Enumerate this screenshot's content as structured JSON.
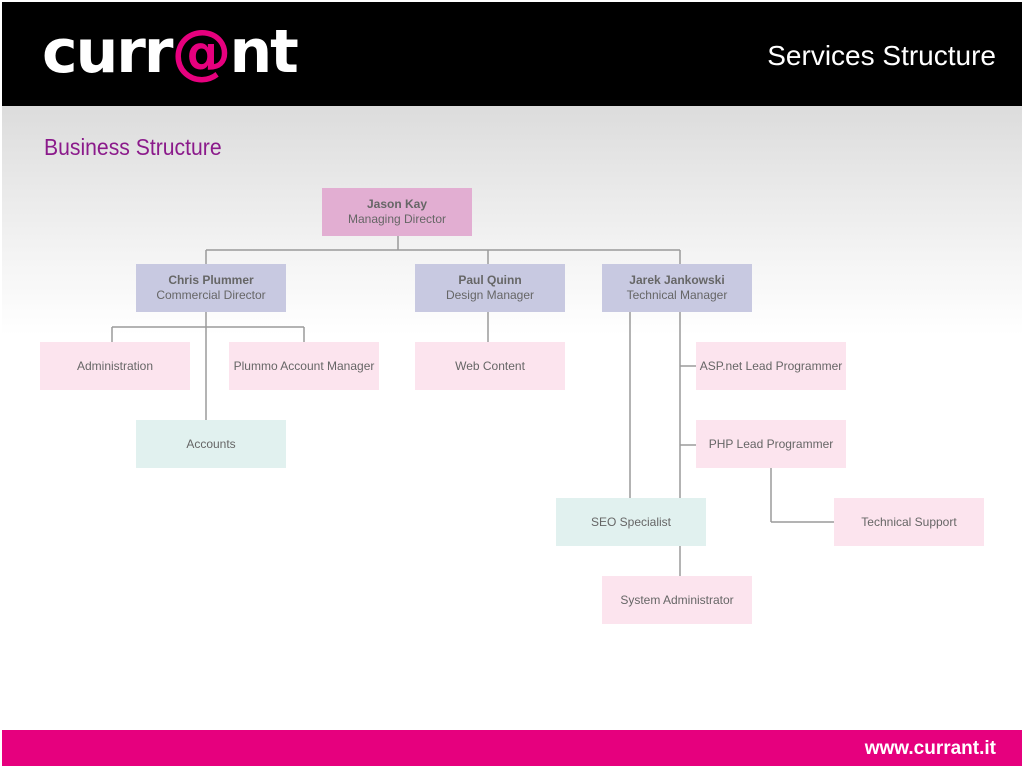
{
  "header": {
    "logo": {
      "pre": "curr",
      "at": "@",
      "post": "nt"
    },
    "title": "Services Structure"
  },
  "subtitle": "Business Structure",
  "org": {
    "director": {
      "name": "Jason Kay",
      "role": "Managing Director"
    },
    "managers": [
      {
        "name": "Chris Plummer",
        "role": "Commercial Director"
      },
      {
        "name": "Paul Quinn",
        "role": "Design Manager"
      },
      {
        "name": "Jarek Jankowski",
        "role": "Technical Manager"
      }
    ],
    "roles": {
      "administration": "Administration",
      "plummo": "Plummo Account Manager",
      "accounts": "Accounts",
      "web_content": "Web Content",
      "aspnet": "ASP.net Lead Programmer",
      "php": "PHP Lead Programmer",
      "seo": "SEO Specialist",
      "tech_support": "Technical Support",
      "sysadmin": "System Administrator"
    }
  },
  "colors": {
    "brand_pink": "#e6007e",
    "director_box": "#e2aed2",
    "manager_box": "#c8c9e1",
    "role_box": "#fce4ee",
    "accent_box": "#e1f1ef",
    "subtitle": "#8b1a8b"
  },
  "footer": {
    "url": "www.currant.it"
  }
}
